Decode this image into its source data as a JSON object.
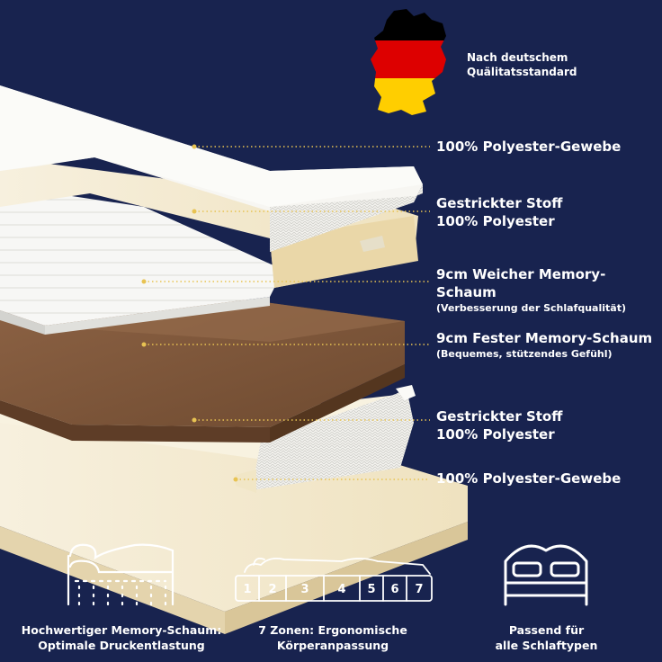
{
  "badge": {
    "line1": "Nach deutschem",
    "line2": "Quälitatsstandard",
    "flag_colors": [
      "#000000",
      "#dd0000",
      "#ffce00"
    ]
  },
  "layers": [
    {
      "title": "100% Polyester-Gewebe"
    },
    {
      "title": "Gestrickter Stoff",
      "subtitle": "100% Polyester"
    },
    {
      "title": "9cm Weicher Memory-Schaum",
      "subtitle": "(Verbesserung der Schlafqualität)"
    },
    {
      "title": "9cm Fester Memory-Schaum",
      "subtitle": "(Bequemes, stützendes Gefühl)"
    },
    {
      "title": "Gestrickter Stoff",
      "subtitle": "100% Polyester"
    },
    {
      "title": "100% Polyester-Gewebe"
    }
  ],
  "features": [
    {
      "icon": "memory-foam-body-icon",
      "line1": "Hochwertiger Memory-Schaum:",
      "line2": "Optimale Druckentlastung"
    },
    {
      "icon": "seven-zones-icon",
      "line1": "7 Zonen: Ergonomische",
      "line2": "Körperanpassung",
      "zones": [
        "1",
        "2",
        "3",
        "4",
        "5",
        "6",
        "7"
      ]
    },
    {
      "icon": "bed-icon",
      "line1": "Passend für",
      "line2": "alle Schlaftypen"
    }
  ],
  "colors": {
    "background": "#18234f",
    "leader_line": "#e8c352",
    "brown_foam": "#7a5236",
    "cream_foam": "#f4ecd6"
  }
}
